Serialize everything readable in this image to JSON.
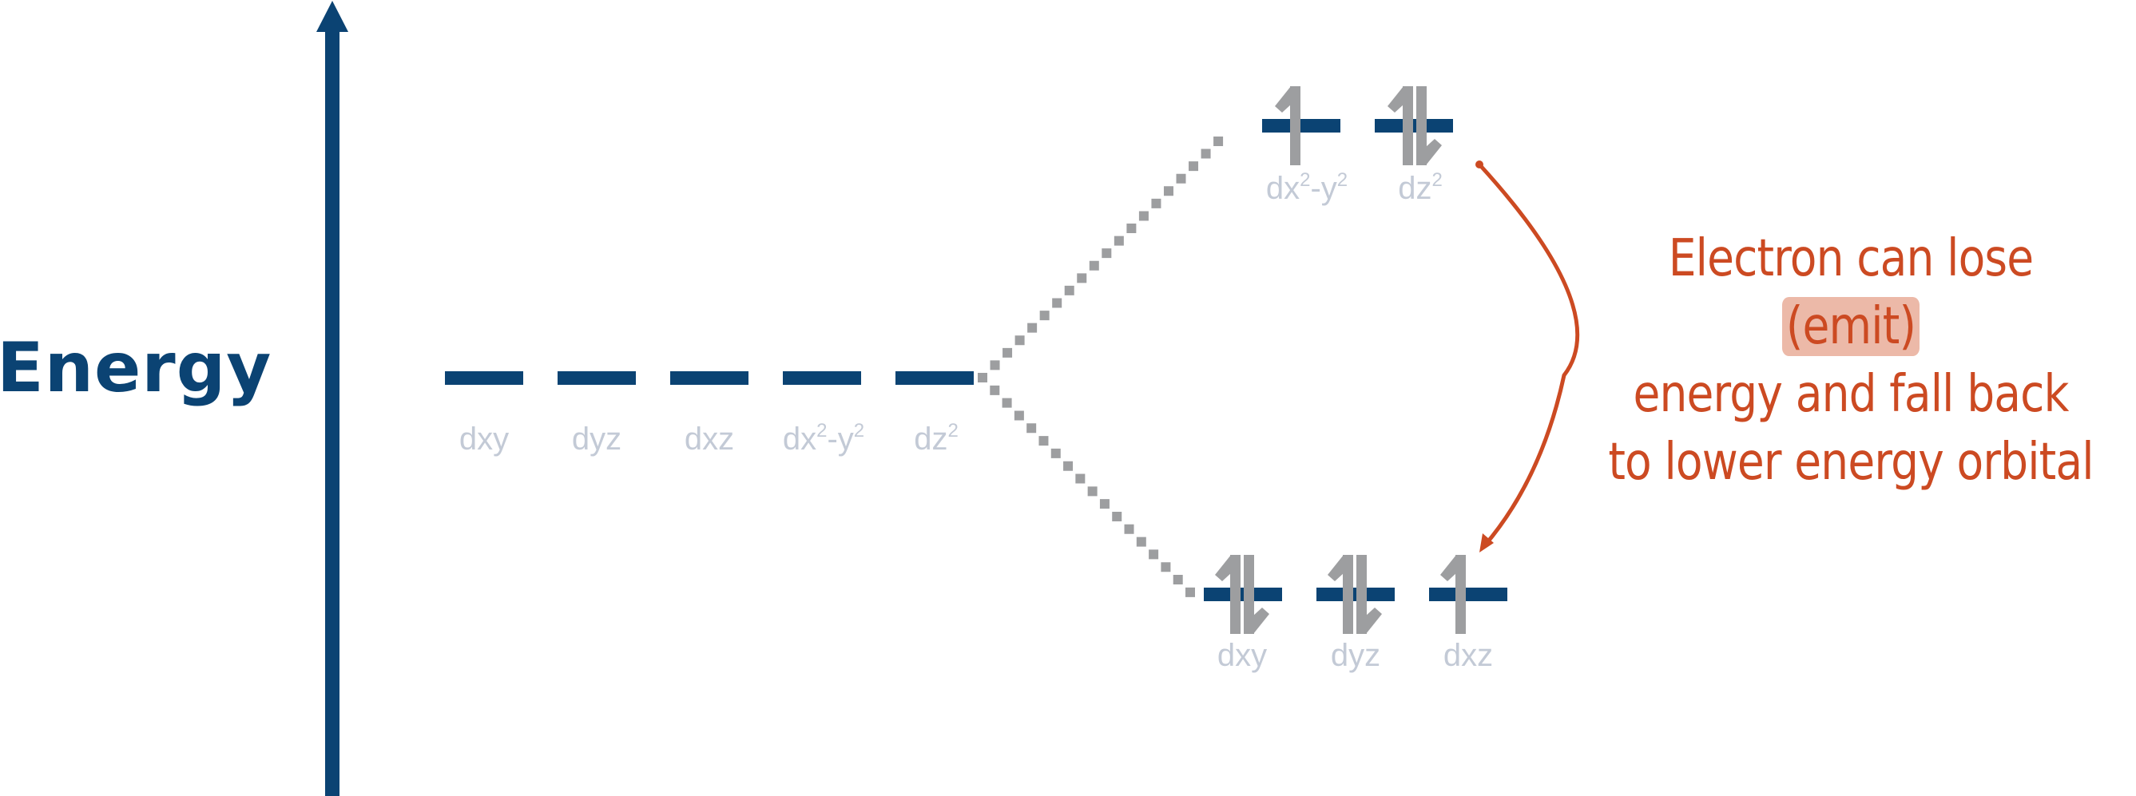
{
  "axis": {
    "label": "Energy",
    "color": "#0b4373"
  },
  "degenerate_orbitals": {
    "labels": [
      "dxy",
      "dyz",
      "dxz",
      "dx²-y²",
      "dz²"
    ],
    "items": [
      {
        "base": "dxy",
        "sup1": "",
        "mid": "",
        "sup2": ""
      },
      {
        "base": "dyz",
        "sup1": "",
        "mid": "",
        "sup2": ""
      },
      {
        "base": "dxz",
        "sup1": "",
        "mid": "",
        "sup2": ""
      },
      {
        "base": "dx",
        "sup1": "2",
        "mid": "-y",
        "sup2": "2"
      },
      {
        "base": "dz",
        "sup1": "2",
        "mid": "",
        "sup2": ""
      }
    ]
  },
  "upper_orbitals": {
    "items": [
      {
        "base": "dx",
        "sup1": "2",
        "mid": "-y",
        "sup2": "2",
        "electrons": "up"
      },
      {
        "base": "dz",
        "sup1": "2",
        "mid": "",
        "sup2": "",
        "electrons": "up-down"
      }
    ]
  },
  "lower_orbitals": {
    "items": [
      {
        "base": "dxy",
        "electrons": "up-down"
      },
      {
        "base": "dyz",
        "electrons": "up-down"
      },
      {
        "base": "dxz",
        "electrons": "up"
      }
    ]
  },
  "annotation": {
    "line1_pre": "Electron can lose ",
    "line1_highlight": "(emit)",
    "line2": "energy and fall back",
    "line3": "to lower energy orbital",
    "text_color": "#cc4a22",
    "highlight_color": "#ecb9a8"
  },
  "colors": {
    "orbital_line": "#0b4373",
    "electron_arrow": "#9d9ea0",
    "connector_dots": "#9d9ea0",
    "label": "#c3cad6"
  }
}
